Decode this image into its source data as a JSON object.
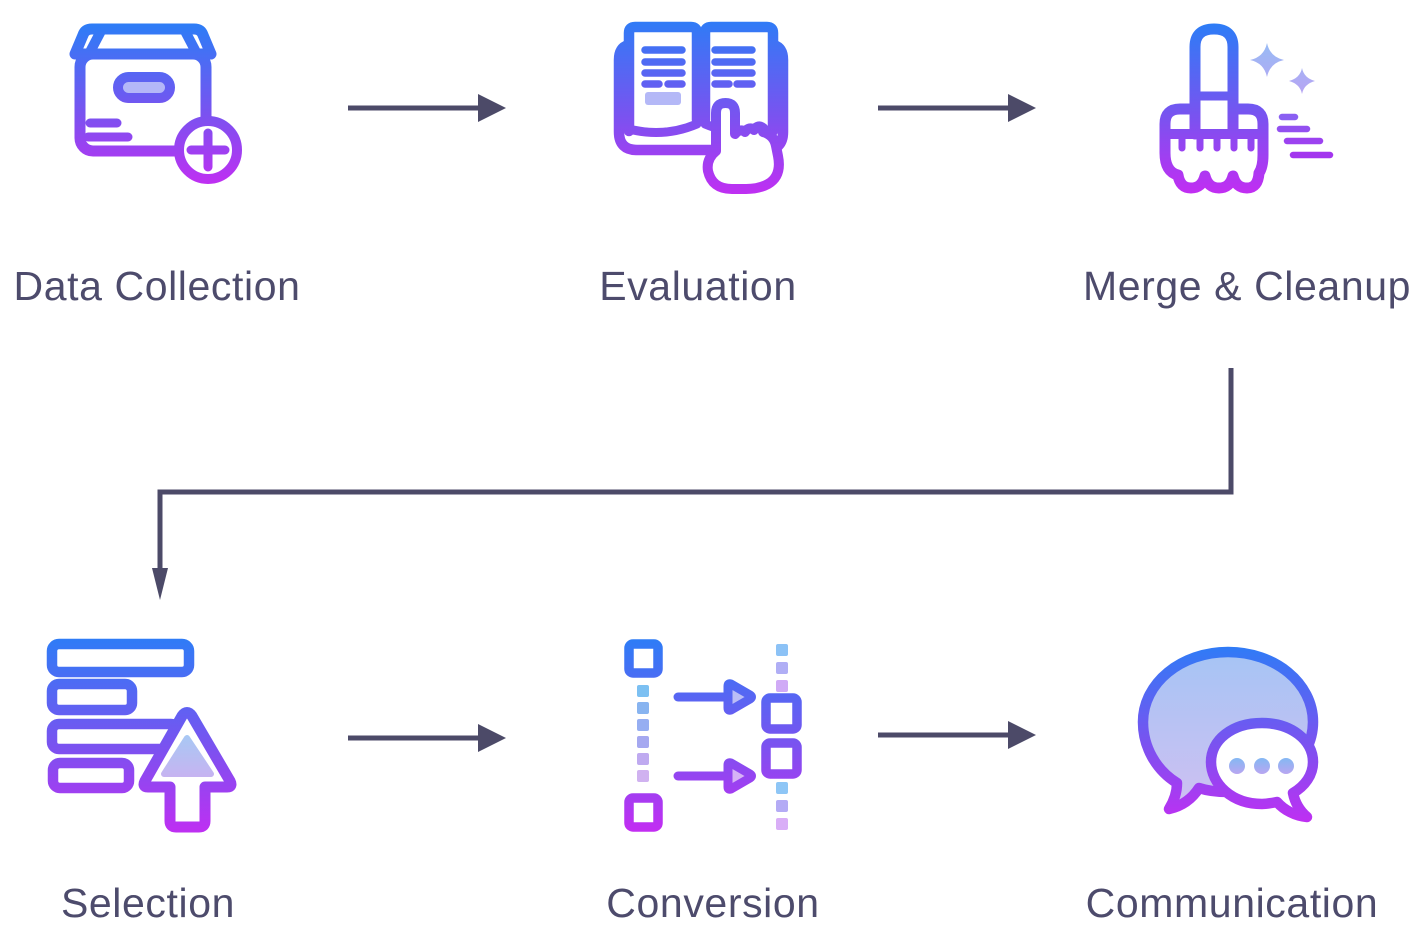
{
  "steps": [
    {
      "label": "Data Collection",
      "icon": "archive-box-add-icon"
    },
    {
      "label": "Evaluation",
      "icon": "open-book-hand-icon"
    },
    {
      "label": "Merge & Cleanup",
      "icon": "cleaning-brush-icon"
    },
    {
      "label": "Selection",
      "icon": "list-select-cursor-icon"
    },
    {
      "label": "Conversion",
      "icon": "transform-steps-icon"
    },
    {
      "label": "Communication",
      "icon": "chat-bubbles-icon"
    }
  ],
  "flow_order": [
    "Data Collection",
    "Evaluation",
    "Merge & Cleanup",
    "Selection",
    "Conversion",
    "Communication"
  ],
  "colors": {
    "text": "#4d4b6c",
    "connector": "#4c4a68",
    "icon_gradient_top": "#2e7cf6",
    "icon_gradient_mid": "#7b52f0",
    "icon_gradient_bottom": "#c32df2",
    "background": "#ffffff"
  }
}
